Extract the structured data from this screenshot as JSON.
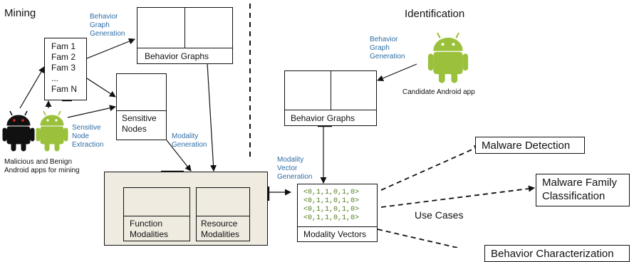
{
  "headings": {
    "mining": "Mining",
    "identification": "Identification"
  },
  "labels": {
    "behavior_graph_generation_top": [
      "Behavior",
      "Graph",
      "Generation"
    ],
    "behavior_graph_generation_right": [
      "Behavior",
      "Graph",
      "Generation"
    ],
    "sensitive_node_extraction": [
      "Sensitive",
      "Node",
      "Extraction"
    ],
    "modality_generation": [
      "Modality",
      "Generation"
    ],
    "modality_vector_generation": [
      "Modality",
      "Vector",
      "Generation"
    ],
    "apps_for_mining": [
      "Malicious and Benign",
      "Android apps for mining"
    ],
    "candidate_app": "Candidate Android app",
    "use_cases": "Use Cases"
  },
  "families": [
    "Fam 1",
    "Fam 2",
    "Fam 3",
    "...",
    "Fam N"
  ],
  "boxes": {
    "behavior_graphs_top": "Behavior Graphs",
    "behavior_graphs_right": "Behavior Graphs",
    "sensitive_nodes": [
      "Sensitive",
      "Nodes"
    ],
    "function_modalities": [
      "Function",
      "Modalities"
    ],
    "resource_modalities": [
      "Resource",
      "Modalities"
    ],
    "modality_vectors": "Modality Vectors"
  },
  "vectors": [
    "<0,1,1,0,1,0>",
    "<0,1,1,0,1,0>",
    "<0,1,1,0,1,0>",
    "<0,1,1,0,1,0>"
  ],
  "use_case_boxes": {
    "malware_detection": "Malware Detection",
    "malware_family_classification": [
      "Malware Family",
      "Classification"
    ],
    "behavior_characterization": "Behavior Characterization"
  },
  "colors": {
    "label_blue": "#2e6ea6",
    "node_red": "#e8451c",
    "vector_green": "#4f7d1a",
    "panel_beige": "#efebe1",
    "resource_blue": "#7fa7de",
    "android_green": "#9bc13c"
  }
}
